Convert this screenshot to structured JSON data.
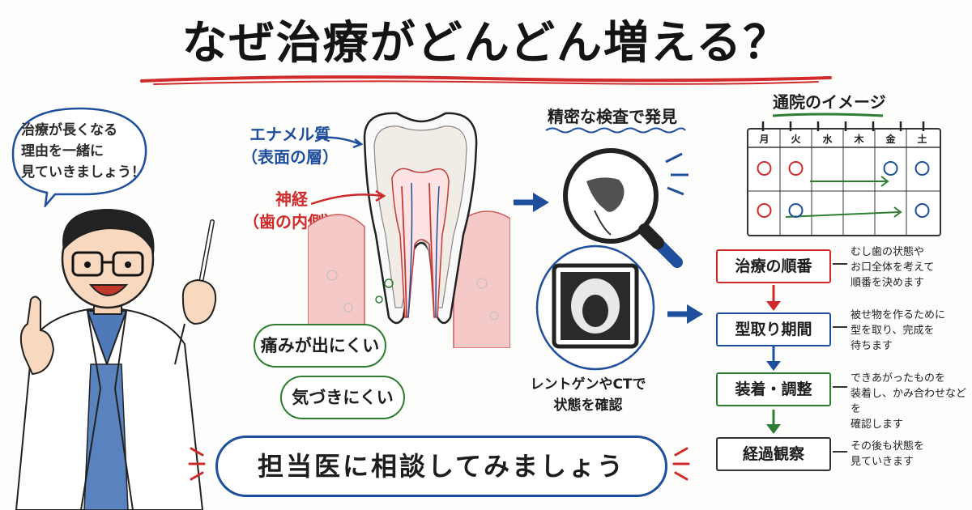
{
  "title": "なぜ治療がどんどん増える？",
  "doctor": {
    "speech_line1": "治療が長くなる",
    "speech_line2": "理由を一緒に",
    "speech_line3": "見ていきましょう！"
  },
  "tooth": {
    "enamel_label": "エナメル質",
    "enamel_sub": "（表面の層）",
    "nerve_label": "神経",
    "nerve_sub": "（歯の内側）"
  },
  "bubbles": {
    "pain": "痛みが出にくい",
    "notice": "気づきにくい"
  },
  "exam": {
    "heading": "精密な検査で発見",
    "caption_line1": "レントゲンやCTで",
    "caption_line2": "状態を確認"
  },
  "calendar": {
    "title": "通院のイメージ",
    "days": [
      "月",
      "火",
      "水",
      "木",
      "金",
      "土"
    ],
    "row1": [
      "red",
      "red",
      "",
      "",
      "blue",
      "blue"
    ],
    "row2": [
      "red",
      "blue",
      "",
      "",
      "",
      "blue"
    ]
  },
  "steps": [
    {
      "label": "治療の順番",
      "desc1": "むし歯の状態や",
      "desc2": "お口全体を考えて",
      "desc3": "順番を決めます",
      "color": "#cf2a2a"
    },
    {
      "label": "型取り期間",
      "desc1": "被せ物を作るために",
      "desc2": "型を取り、完成を",
      "desc3": "待ちます",
      "color": "#1f4e9c"
    },
    {
      "label": "装着・調整",
      "desc1": "できあがったものを",
      "desc2": "装着し、かみ合わせなどを",
      "desc3": "確認します",
      "color": "#2e7d32"
    },
    {
      "label": "経過観察",
      "desc1": "その後も状態を",
      "desc2": "見ていきます",
      "desc3": "",
      "color": "#333333"
    }
  ],
  "consult": "担当医に相談してみましょう",
  "colors": {
    "red": "#cf2a2a",
    "blue": "#1f4e9c",
    "green": "#2e7d32"
  }
}
